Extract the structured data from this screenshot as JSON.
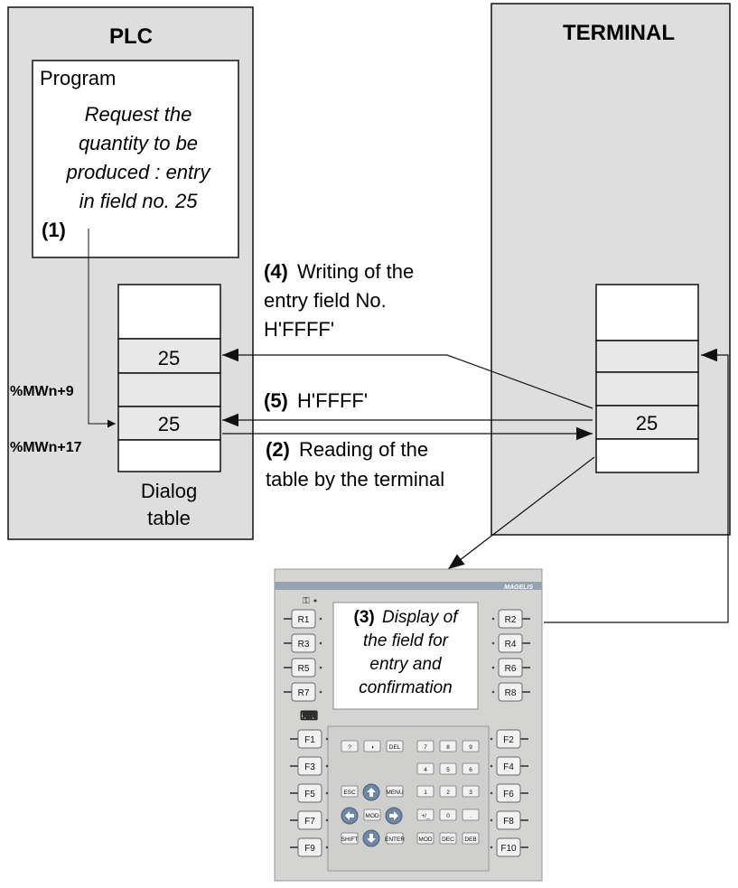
{
  "plc": {
    "title": "PLC",
    "program_title": "Program",
    "program_text": [
      "Request the",
      "quantity to be",
      "produced : entry",
      "in field no. 25"
    ],
    "step1_label": "(1)",
    "table_values": [
      "",
      "25",
      "",
      "25",
      ""
    ],
    "register_labels": [
      "%MWn+9",
      "%MWn+17"
    ],
    "table_caption": [
      "Dialog",
      "table"
    ]
  },
  "terminal": {
    "title": "TERMINAL",
    "table_values": [
      "",
      "",
      "",
      "25",
      ""
    ]
  },
  "arrows": {
    "step4_num": "(4)",
    "step4_text": [
      "Writing of the",
      "entry field No.",
      "H'FFFF'"
    ],
    "step5_num": "(5)",
    "step5_text": "H'FFFF'",
    "step2_num": "(2)",
    "step2_text": [
      "Reading of the",
      "table by the terminal"
    ]
  },
  "device": {
    "brand": "MAGELIS",
    "screen_num": "(3)",
    "screen_text": [
      "Display of",
      "the field for",
      "entry and",
      "confirmation"
    ],
    "left_keys": [
      "R1",
      "R3",
      "R5",
      "R7"
    ],
    "right_keys": [
      "R2",
      "R4",
      "R6",
      "R8"
    ],
    "left_fkeys": [
      "F1",
      "F3",
      "F5",
      "F7",
      "F9"
    ],
    "right_fkeys": [
      "F2",
      "F4",
      "F6",
      "F8",
      "F10"
    ],
    "keypad": {
      "row1": [
        "?",
        "◑",
        "DEL",
        "7",
        "8",
        "9"
      ],
      "row2": [
        "4",
        "5",
        "6"
      ],
      "row3": [
        "ESC",
        "MENU",
        "1",
        "2",
        "3"
      ],
      "row4": [
        "MOD",
        "+/_",
        "0",
        "."
      ],
      "row5": [
        "SHIFT",
        "ENTER",
        "MOD",
        "DEC",
        "DEB"
      ]
    }
  },
  "colors": {
    "panel": "#dedede",
    "cell": "#e8e8e8",
    "device_body": "#d4d5d3",
    "device_header": "#94a2b2",
    "key": "#f2f2f2"
  }
}
